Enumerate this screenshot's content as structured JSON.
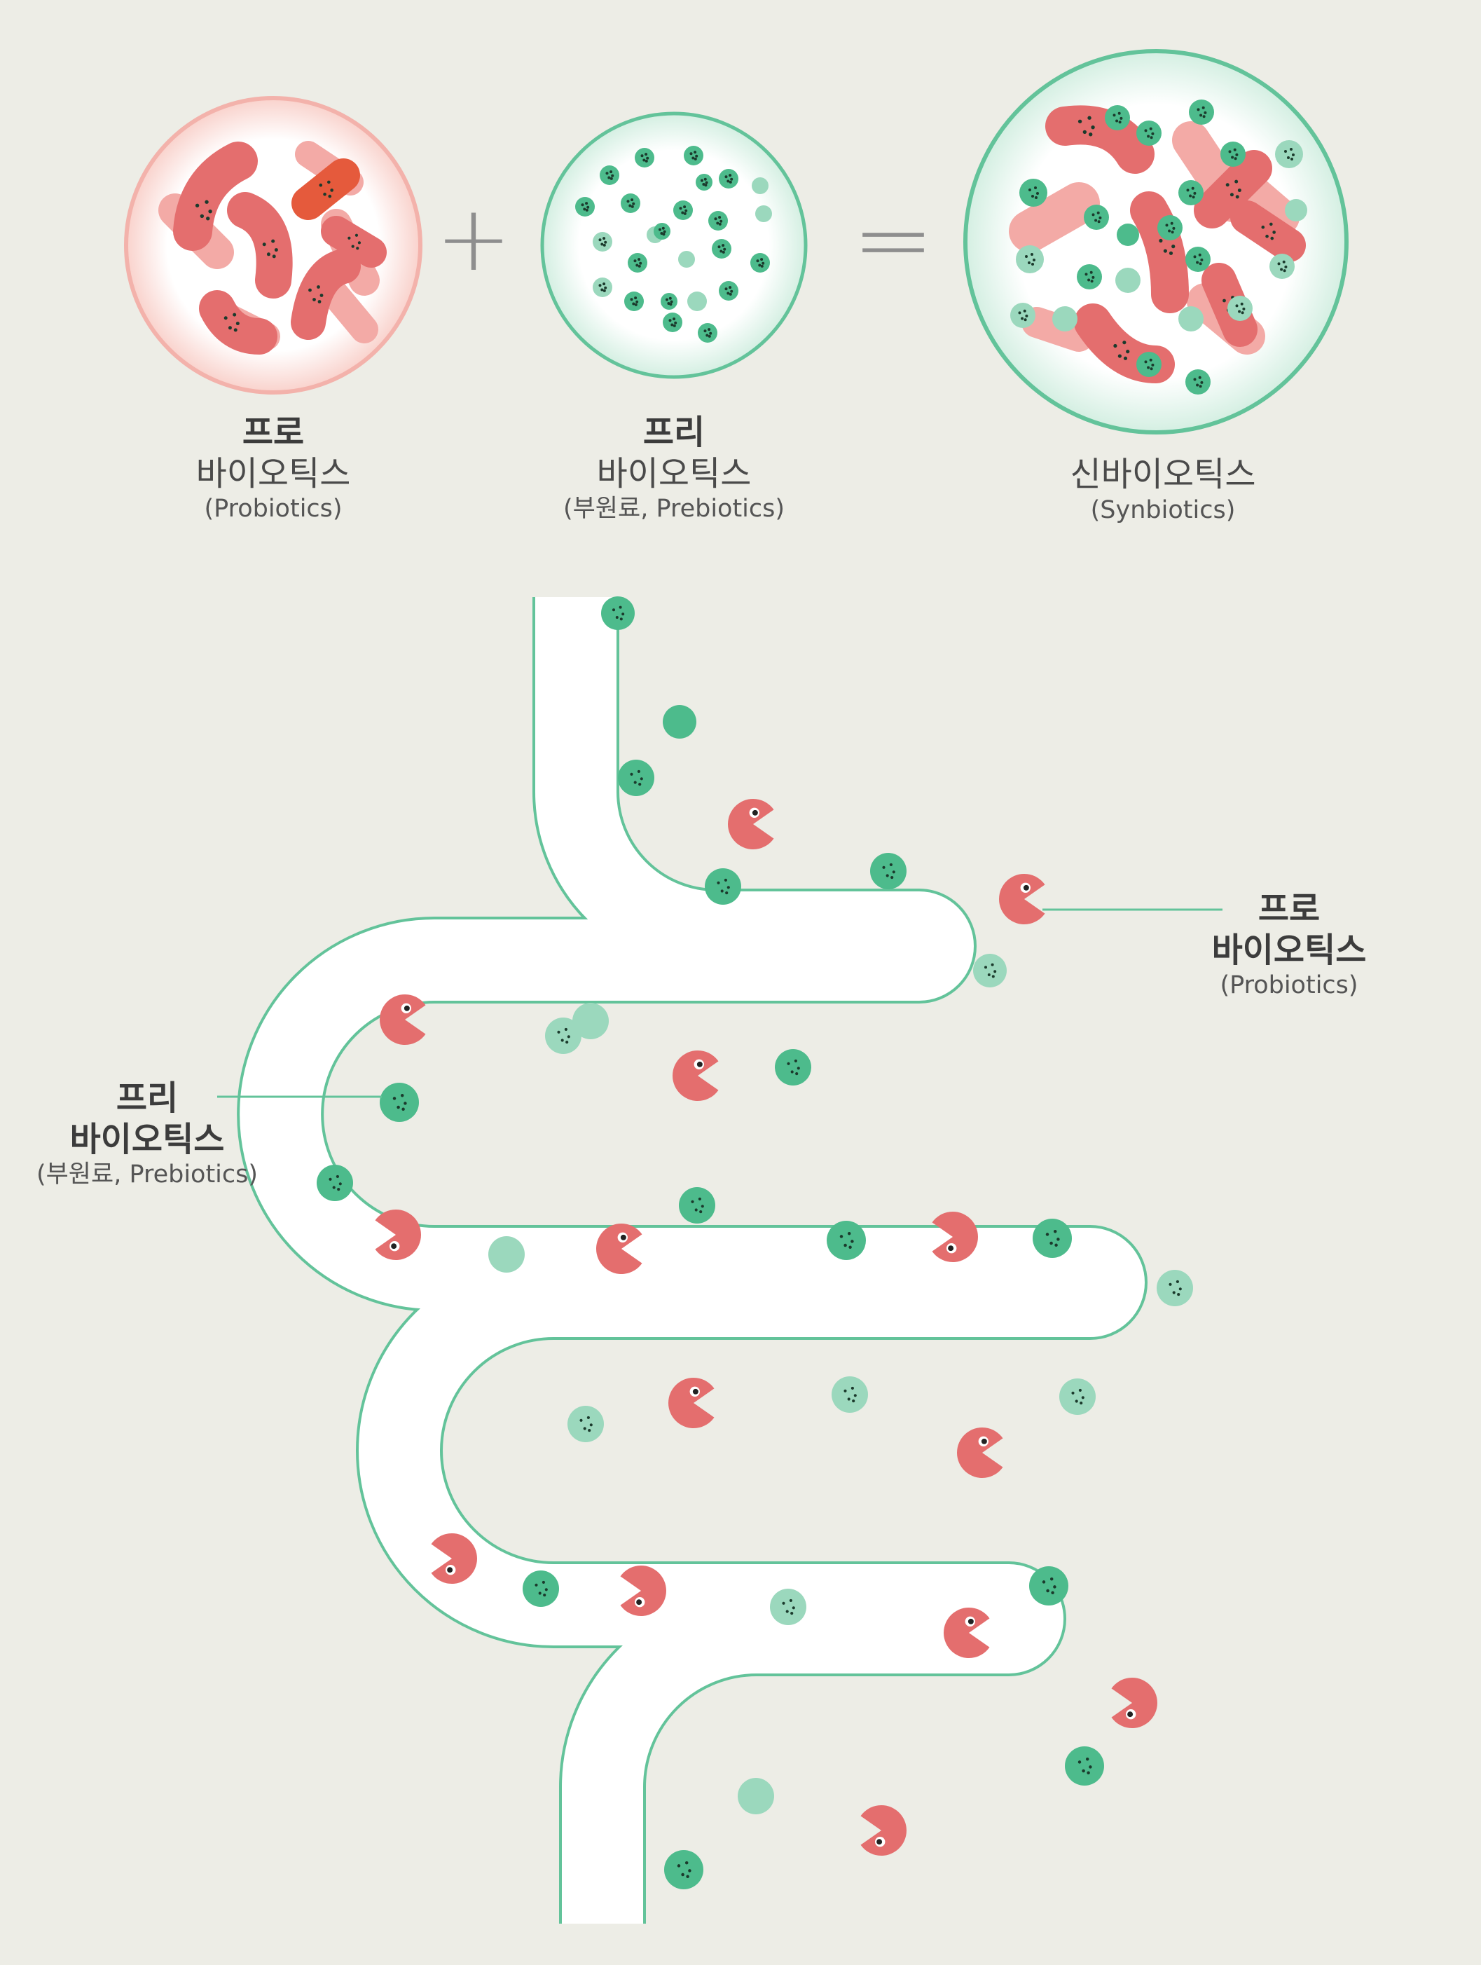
{
  "colors": {
    "background": "#edede6",
    "probiotic": "#e46e6e",
    "probiotic_light": "#f3aaa6",
    "probiotic_accent": "#e55a3c",
    "prebiotic": "#4dbb8c",
    "prebiotic_light": "#9bd8bd",
    "outline": "#63c39a",
    "operator": "#8e8e8e"
  },
  "formula": {
    "plus_symbol": "+",
    "equals_symbol": "=",
    "probiotics": {
      "line1": "프로",
      "line2": "바이오틱스",
      "line3": "(Probiotics)",
      "icon": "probiotic-bacteria-circle-icon"
    },
    "prebiotics": {
      "line1": "프리",
      "line2": "바이오틱스",
      "line3": "(부원료, Prebiotics)",
      "icon": "prebiotic-particles-circle-icon"
    },
    "synbiotics": {
      "line1": "신바이오틱스",
      "line2": "(Synbiotics)",
      "icon": "synbiotic-mixture-circle-icon"
    }
  },
  "intestine": {
    "icon": "intestine-icon",
    "probiotic_label": {
      "line1": "프로",
      "line2": "바이오틱스",
      "line3": "(Probiotics)"
    },
    "prebiotic_label": {
      "line1": "프리",
      "line2": "바이오틱스",
      "line3": "(부원료, Prebiotics)"
    }
  }
}
